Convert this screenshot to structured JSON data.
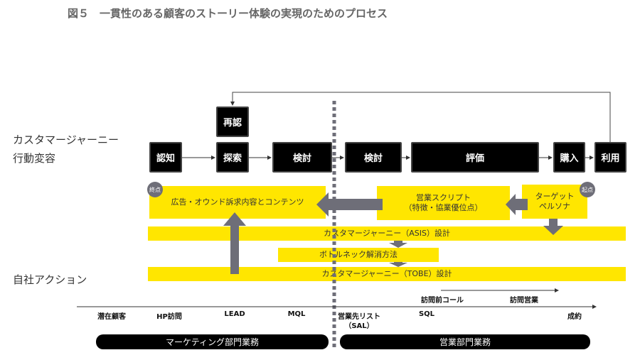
{
  "title": "図５　一貫性のある顧客のストーリー体験の実現のためのプロセス",
  "side_labels": {
    "journey_line1": "カスタマージャーニー",
    "journey_line2": "行動変容",
    "action": "自社アクション"
  },
  "stages": {
    "recognize": "認知",
    "rerecognize": "再認",
    "explore": "探索",
    "consider1": "検討",
    "consider2": "検討",
    "evaluate": "評価",
    "purchase": "購入",
    "use": "利用"
  },
  "boxes": {
    "ad": "広告・オウンド訴求内容とコンテンツ",
    "script_line1": "営業スクリプト",
    "script_line2": "（特徴・協業優位点）",
    "target_line1": "ターゲット",
    "target_line2": "ペルソナ",
    "end_badge": "終点",
    "start_badge": "起点"
  },
  "bands": {
    "asis": "カスタマージャーニー（ASIS）設計",
    "bottleneck": "ボトルネック解消方法",
    "tobe": "カスタマージャーニー（TOBE）設計"
  },
  "axis": {
    "potential": "潜在顧客",
    "hp_visit": "HP訪問",
    "lead": "LEAD",
    "mql": "MQL",
    "sales_list": "営業先リスト",
    "sal": "（SAL）",
    "sql": "SQL",
    "close": "成約",
    "pre_call": "訪問前コール",
    "visit": "訪問営業"
  },
  "departments": {
    "marketing": "マーケティング部門業務",
    "sales": "営業部門業務"
  },
  "colors": {
    "yellow": "#ffe600",
    "gray": "#6e6e78",
    "black": "#000000"
  }
}
